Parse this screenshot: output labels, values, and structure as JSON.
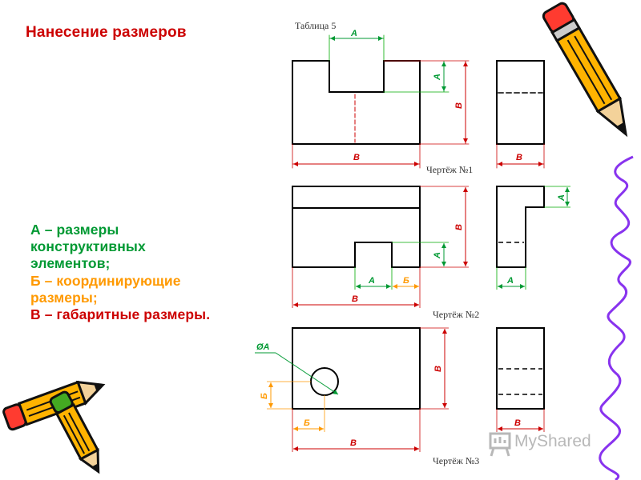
{
  "slide": {
    "title": "Нанесение размеров",
    "legend": [
      {
        "text": "А – размеры",
        "role": "A"
      },
      {
        "text": "конструктивных",
        "role": "A"
      },
      {
        "text": "элементов;",
        "role": "A"
      },
      {
        "text": "Б – координирующие",
        "role": "B"
      },
      {
        "text": "размеры;",
        "role": "B"
      },
      {
        "text": "В – габаритные размеры.",
        "role": "V"
      }
    ],
    "colors": {
      "title": "#cc0000",
      "A": "#009933",
      "B": "#ff9900",
      "V": "#cc0000",
      "dim_line": "#cc0000",
      "ext_line": "#00aa00"
    }
  },
  "diagram": {
    "table_caption": "Таблица 5",
    "labels": {
      "A": "А",
      "B": "Б",
      "V": "В",
      "diam": "ØА"
    },
    "captions": [
      "Чертёж №1",
      "Чертёж №2",
      "Чертёж №3"
    ]
  },
  "decor": {
    "pencil": "pencil-icon",
    "pencils": "pencils-icon",
    "watermark_icon": "presentation-icon"
  },
  "watermark": {
    "text": "MyShared"
  }
}
